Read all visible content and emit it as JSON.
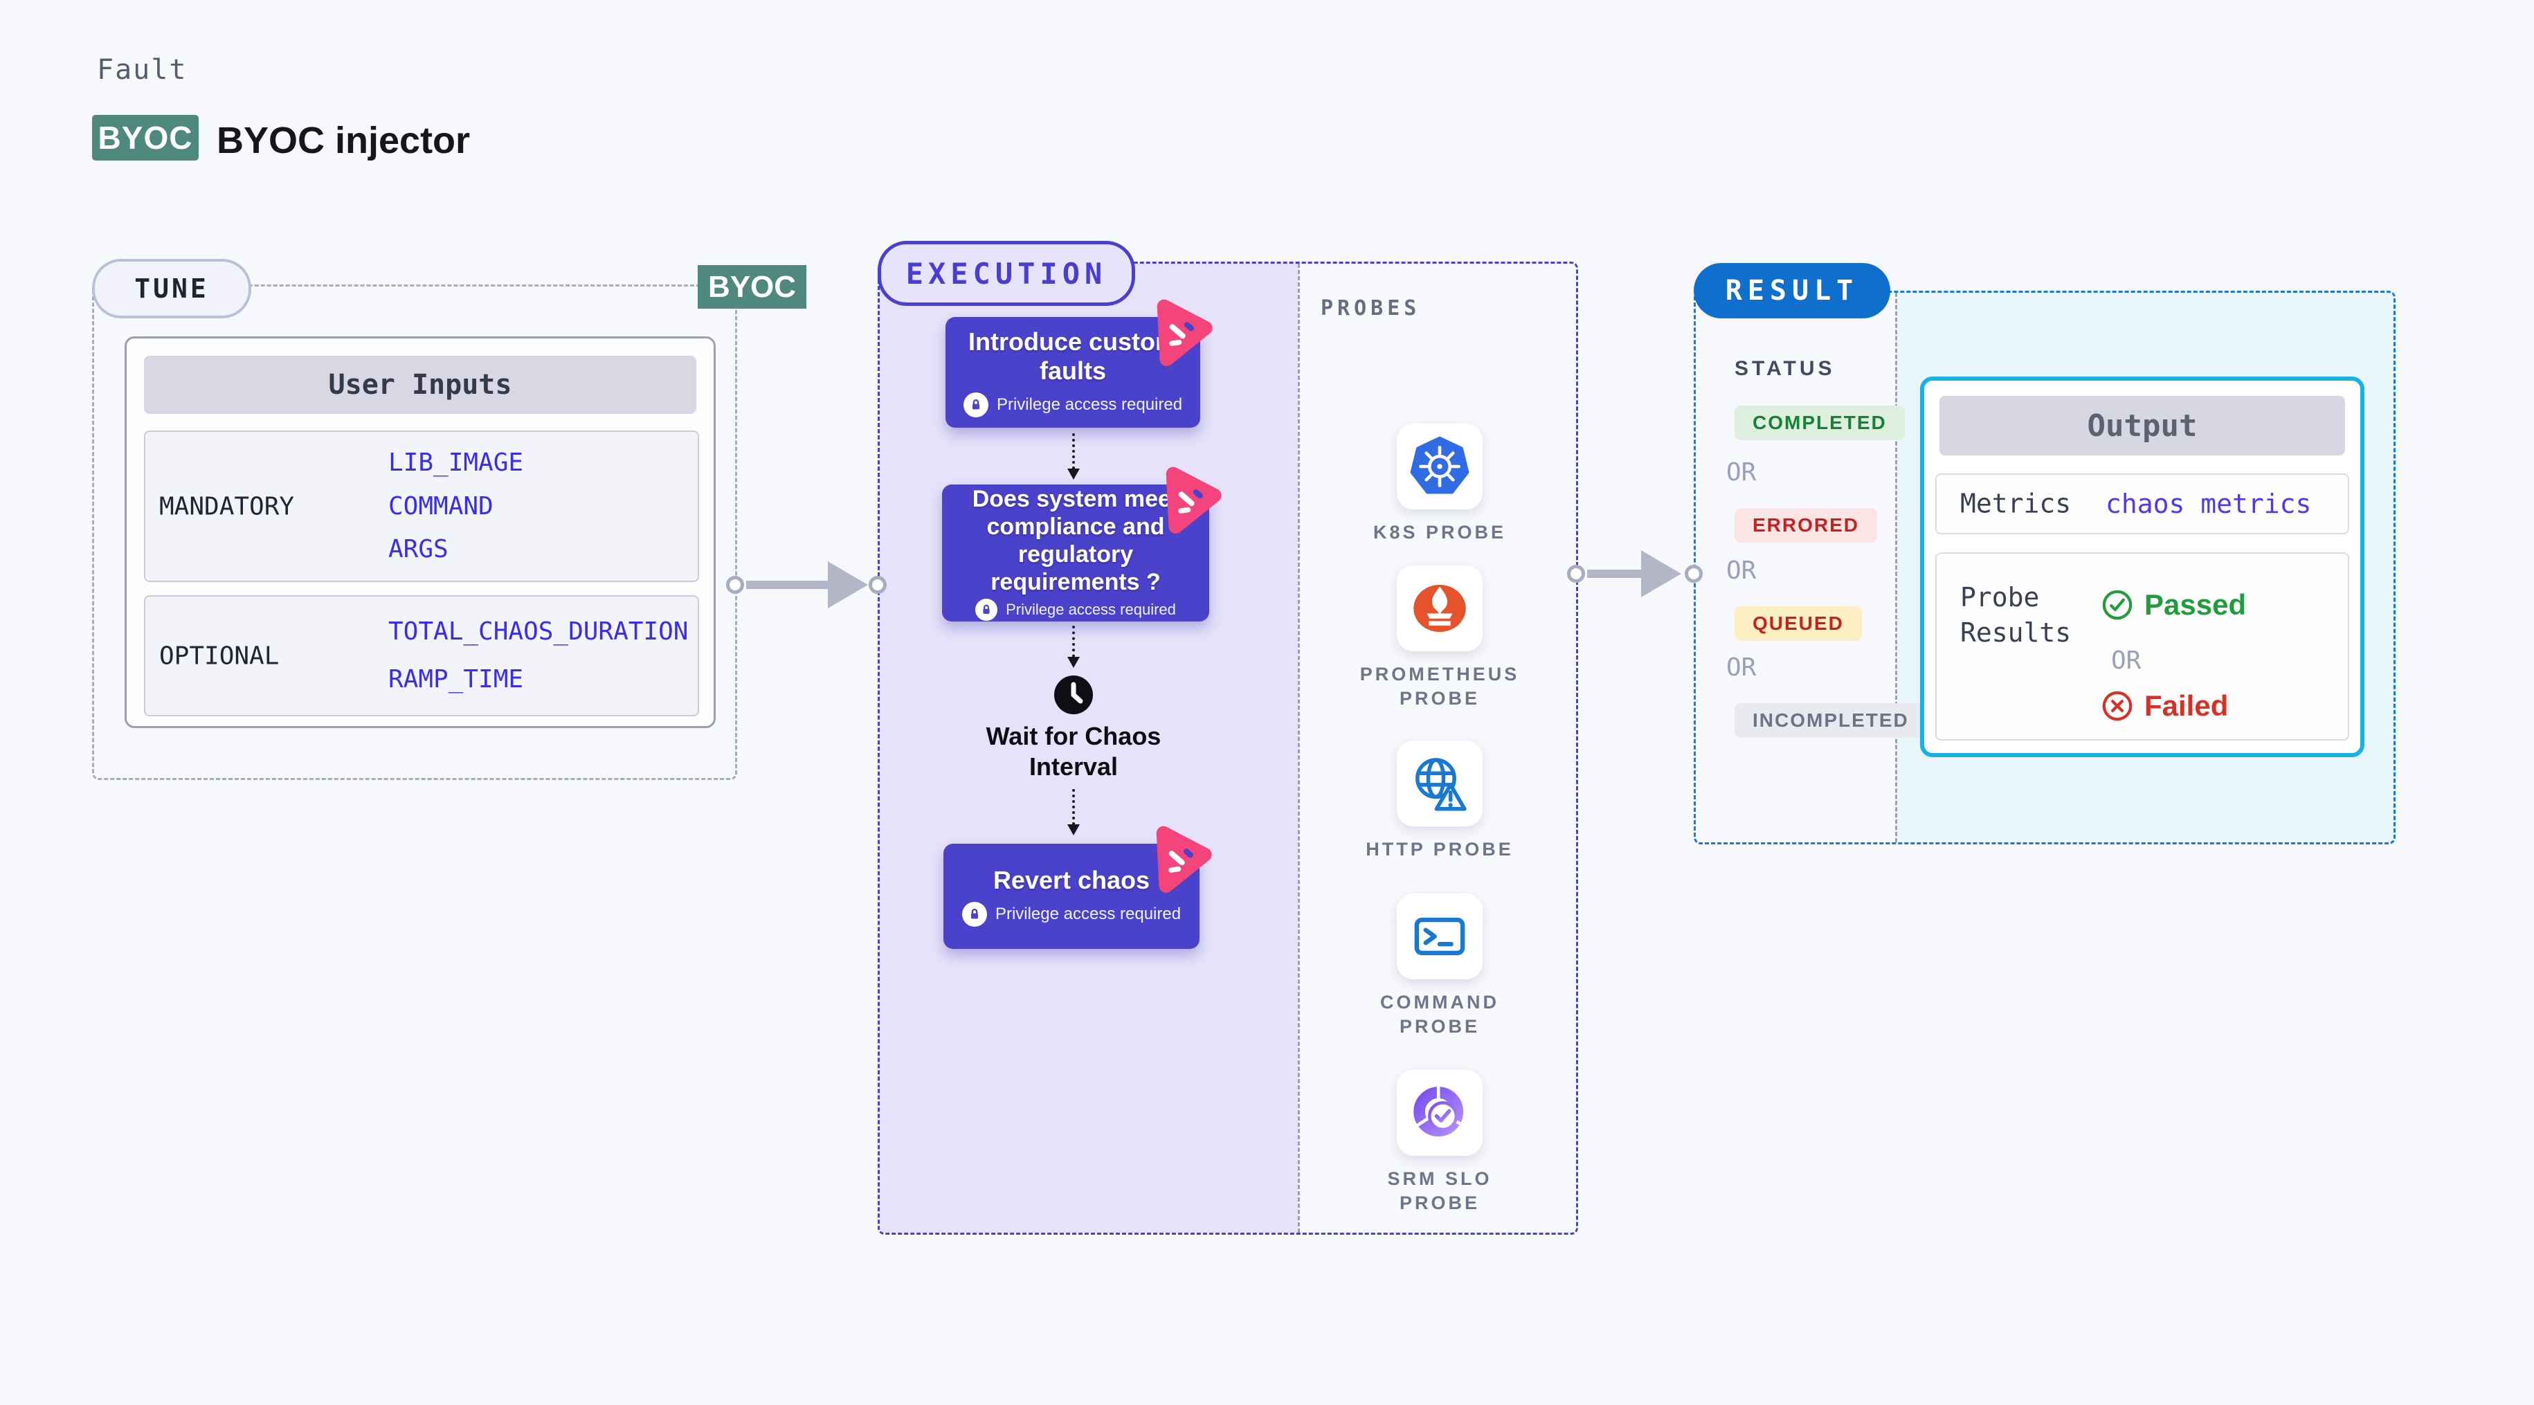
{
  "page": {
    "fault_label": "Fault",
    "byoc_badge": "BYOC",
    "title": "BYOC injector"
  },
  "tune": {
    "pill": "TUNE",
    "corner_badge": "BYOC",
    "user_inputs": {
      "header": "User Inputs",
      "mandatory_label": "MANDATORY",
      "mandatory_values": [
        "LIB_IMAGE",
        "COMMAND",
        "ARGS"
      ],
      "optional_label": "OPTIONAL",
      "optional_values": [
        "TOTAL_CHAOS_DURATION",
        "RAMP_TIME"
      ]
    }
  },
  "execution": {
    "pill": "EXECUTION",
    "steps": [
      {
        "title": "Introduce custom faults",
        "note": "Privilege access required"
      },
      {
        "title": "Does system meet compliance and regulatory requirements ?",
        "note": "Privilege access required"
      },
      {
        "title": "Revert chaos",
        "note": "Privilege access required"
      }
    ],
    "wait_label": "Wait for Chaos Interval"
  },
  "probes": {
    "heading": "PROBES",
    "items": [
      {
        "label": "K8S PROBE",
        "icon": "kubernetes-icon"
      },
      {
        "label": "PROMETHEUS PROBE",
        "icon": "prometheus-icon"
      },
      {
        "label": "HTTP PROBE",
        "icon": "globe-warning-icon"
      },
      {
        "label": "COMMAND PROBE",
        "icon": "terminal-icon"
      },
      {
        "label": "SRM SLO PROBE",
        "icon": "slo-check-donut-icon"
      }
    ]
  },
  "result": {
    "pill": "RESULT",
    "status_heading": "STATUS",
    "or": "OR",
    "statuses": [
      "COMPLETED",
      "ERRORED",
      "QUEUED",
      "INCOMPLETED"
    ],
    "output": {
      "header": "Output",
      "metrics_label": "Metrics",
      "metrics_value": "chaos metrics",
      "probe_results_label": "Probe Results",
      "or": "OR",
      "passed": "Passed",
      "failed": "Failed"
    }
  },
  "colors": {
    "teal_badge": "#4e887f",
    "step_purple": "#4b42cc",
    "execution_indigo": "#4b3fd1",
    "execution_fill": "#e5e2f9",
    "result_blue": "#0e6fcd",
    "result_dash": "#1b78d6",
    "output_cyan": "#17b1e6",
    "output_fill": "#e8f6fc",
    "value_blue": "#372df2",
    "passed_green": "#1f9d3d",
    "failed_red": "#d93025",
    "completed_green": "#188038",
    "errored_red": "#c5221f",
    "queued_yellow_bg": "#fcefc3",
    "kubernetes_blue": "#326ce5",
    "prometheus_orange": "#e6522c",
    "chaos_pink": "#f4447c",
    "arrow_gray": "#b4b6c8"
  }
}
